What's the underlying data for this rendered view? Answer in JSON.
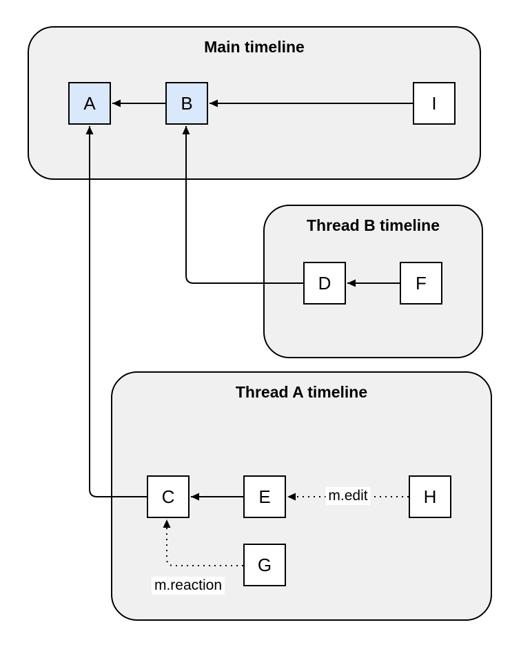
{
  "colors": {
    "container_fill": "#f0f0f0",
    "container_border": "#000000",
    "node_fill_default": "#ffffff",
    "node_fill_highlight": "#dae8fc",
    "node_border": "#000000",
    "edge_color": "#000000",
    "label_background": "#ffffff",
    "canvas_background": "#ffffff"
  },
  "diagram": {
    "containers": [
      {
        "id": "main-timeline",
        "title": "Main timeline"
      },
      {
        "id": "thread-b-timeline",
        "title": "Thread B timeline"
      },
      {
        "id": "thread-a-timeline",
        "title": "Thread A timeline"
      }
    ],
    "nodes": [
      {
        "id": "A",
        "label": "A",
        "container": "main-timeline",
        "highlighted": true
      },
      {
        "id": "B",
        "label": "B",
        "container": "main-timeline",
        "highlighted": true
      },
      {
        "id": "I",
        "label": "I",
        "container": "main-timeline",
        "highlighted": false
      },
      {
        "id": "D",
        "label": "D",
        "container": "thread-b-timeline",
        "highlighted": false
      },
      {
        "id": "F",
        "label": "F",
        "container": "thread-b-timeline",
        "highlighted": false
      },
      {
        "id": "C",
        "label": "C",
        "container": "thread-a-timeline",
        "highlighted": false
      },
      {
        "id": "E",
        "label": "E",
        "container": "thread-a-timeline",
        "highlighted": false
      },
      {
        "id": "H",
        "label": "H",
        "container": "thread-a-timeline",
        "highlighted": false
      },
      {
        "id": "G",
        "label": "G",
        "container": "thread-a-timeline",
        "highlighted": false
      }
    ],
    "edges": [
      {
        "from": "B",
        "to": "A",
        "style": "solid",
        "label": ""
      },
      {
        "from": "I",
        "to": "B",
        "style": "solid",
        "label": ""
      },
      {
        "from": "F",
        "to": "D",
        "style": "solid",
        "label": ""
      },
      {
        "from": "D",
        "to": "B",
        "style": "solid",
        "label": ""
      },
      {
        "from": "E",
        "to": "C",
        "style": "solid",
        "label": ""
      },
      {
        "from": "C",
        "to": "A",
        "style": "solid",
        "label": ""
      },
      {
        "from": "H",
        "to": "E",
        "style": "dotted",
        "label": "m.edit"
      },
      {
        "from": "G",
        "to": "C",
        "style": "dotted",
        "label": "m.reaction"
      }
    ]
  }
}
